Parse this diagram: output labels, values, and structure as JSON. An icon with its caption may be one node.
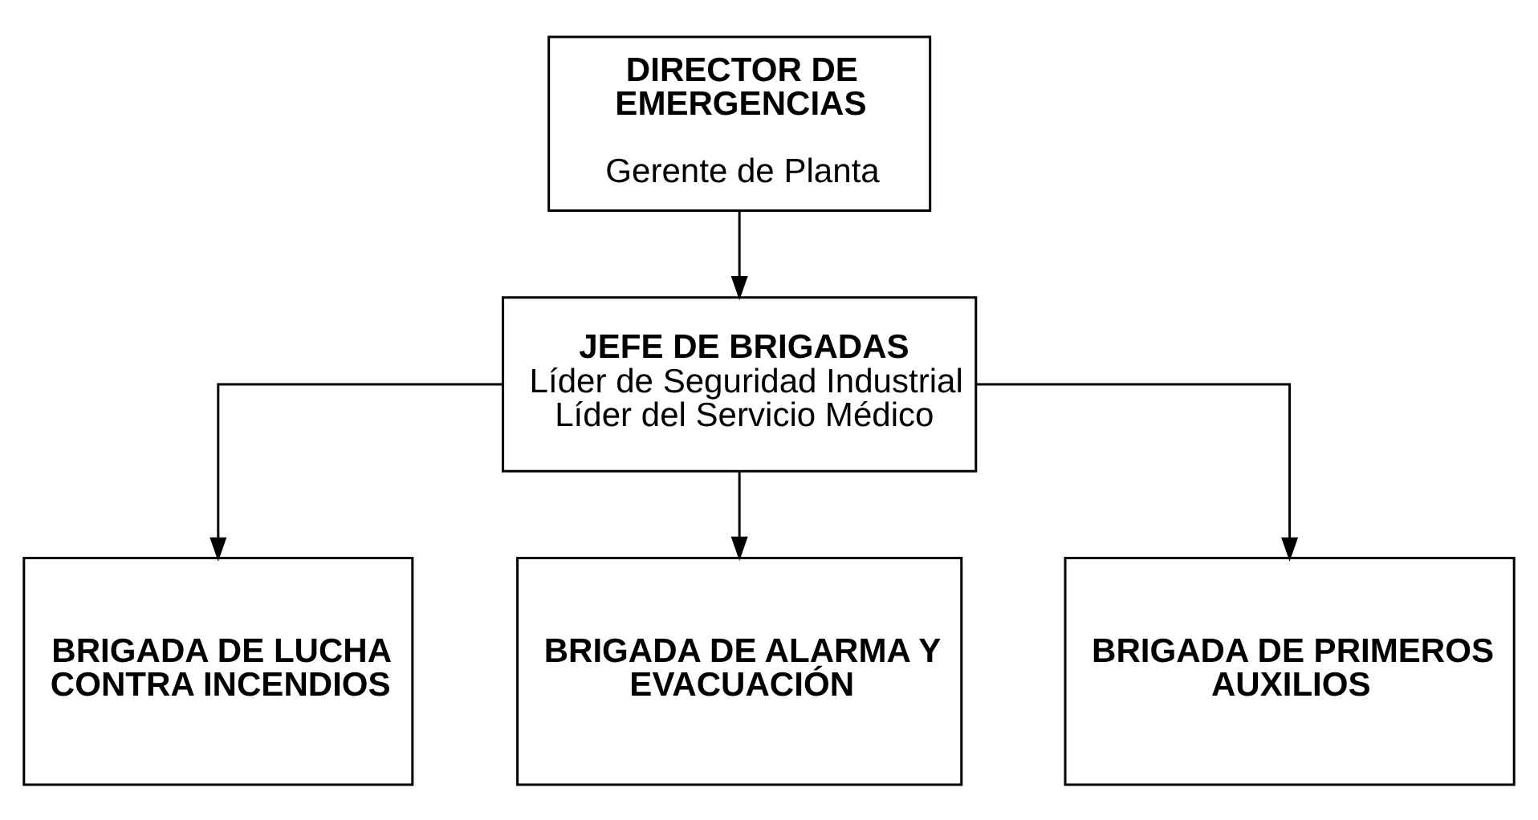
{
  "diagram": {
    "nodes": [
      {
        "text": [
          "DIRECTOR DE EMERGENCIAS",
          "Gerente de Planta"
        ]
      },
      {
        "text": [
          "JEFE DE BRIGADAS",
          "Líder de Seguridad Industrial",
          "Líder del Servicio Médico"
        ]
      },
      {
        "text": [
          "BRIGADA DE LUCHA CONTRA INCENDIOS"
        ]
      },
      {
        "text": [
          "BRIGADA DE ALARMA Y EVACUACIÓN"
        ]
      },
      {
        "text": [
          "BRIGADA DE PRIMEROS AUXILIOS"
        ]
      }
    ],
    "edges": [
      {
        "from": 0,
        "to": 1,
        "arrow": "to"
      },
      {
        "from": 1,
        "to": 2,
        "arrow": "to"
      },
      {
        "from": 1,
        "to": 3,
        "arrow": "to"
      },
      {
        "from": 1,
        "to": 4,
        "arrow": "to"
      }
    ]
  }
}
